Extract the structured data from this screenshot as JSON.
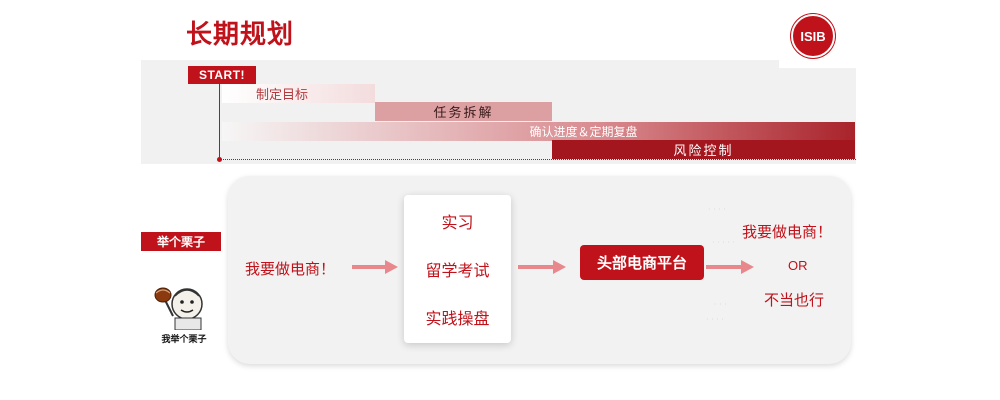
{
  "header": {
    "title": "长期规划",
    "logo_text": "ISIB"
  },
  "timeline": {
    "start_label": "START!",
    "phases": [
      {
        "label": "制定目标"
      },
      {
        "label": "任务拆解"
      },
      {
        "label": "确认进度＆定期复盘"
      },
      {
        "label": "风险控制"
      }
    ]
  },
  "example": {
    "tag_label": "举个栗子",
    "meme_caption": "我举个栗子",
    "goal_text": "我要做电商！",
    "steps": [
      "实习",
      "留学考试",
      "实践操盘"
    ],
    "platform_label": "头部电商平台",
    "outcome_1": "我要做电商！",
    "or_text": "OR",
    "outcome_2": "不当也行"
  },
  "colors": {
    "brand": "#c0121a",
    "panel_bg": "#f2f2f2",
    "timeline_bg": "#f1f1f1"
  },
  "icons": [
    "arrow-right-icon",
    "meme-chestnut-icon",
    "isib-logo-icon"
  ]
}
